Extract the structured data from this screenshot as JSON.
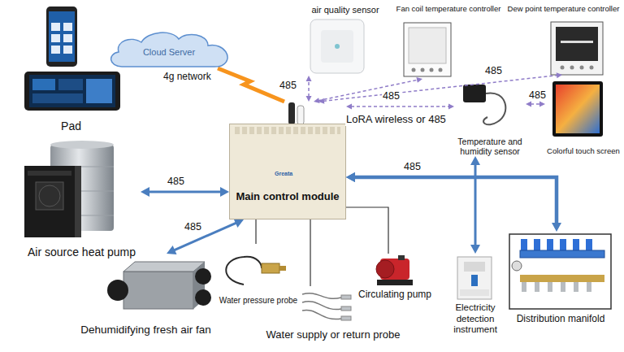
{
  "diagram": {
    "nodes": [
      {
        "text": [
          "Pad"
        ]
      },
      {
        "text": [
          "Cloud Server"
        ]
      },
      {
        "text": [
          "air quality sensor"
        ]
      },
      {
        "text": [
          "Fan coil temperature controller"
        ]
      },
      {
        "text": [
          "Dew point temperature controller"
        ]
      },
      {
        "text": [
          "Temperature and humidity sensor"
        ]
      },
      {
        "text": [
          "Colorful touch screen"
        ]
      },
      {
        "text": [
          "Main control module"
        ]
      },
      {
        "text": [
          "Air source heat pump"
        ]
      },
      {
        "text": [
          "Dehumidifying fresh air fan"
        ]
      },
      {
        "text": [
          "Water pressure probe"
        ]
      },
      {
        "text": [
          "Water supply or return probe"
        ]
      },
      {
        "text": [
          "Circulating pump"
        ]
      },
      {
        "text": [
          "Electricity detection instrument"
        ]
      },
      {
        "text": [
          "Distribution manifold"
        ]
      }
    ],
    "edges": [
      {
        "from": 1,
        "to": 7,
        "label": "4g network",
        "arrow": "none"
      },
      {
        "from": 7,
        "to": 2,
        "label": "485",
        "arrow": "both"
      },
      {
        "from": 7,
        "to": 3,
        "label": "485",
        "arrow": "both"
      },
      {
        "from": 7,
        "to": 4,
        "label": "485",
        "arrow": "both"
      },
      {
        "from": 7,
        "to": 5,
        "arrow": "both"
      },
      {
        "from": 5,
        "to": 6,
        "label": "485",
        "arrow": "both"
      },
      {
        "from": 7,
        "to": 5,
        "label": "485",
        "arrow": "both"
      },
      {
        "from": 7,
        "to": 13,
        "arrow": "both"
      },
      {
        "from": 7,
        "to": 14,
        "arrow": "both"
      },
      {
        "from": 7,
        "to": 8,
        "label": "485",
        "arrow": "both"
      },
      {
        "from": 7,
        "to": 9,
        "label": "485",
        "arrow": "both"
      },
      {
        "from": 7,
        "to": 10,
        "arrow": "none"
      },
      {
        "from": 7,
        "to": 11,
        "arrow": "none"
      },
      {
        "from": 7,
        "to": 12,
        "arrow": "none"
      }
    ],
    "labels": [
      "LoRA wireless or 485",
      "Greata"
    ]
  }
}
